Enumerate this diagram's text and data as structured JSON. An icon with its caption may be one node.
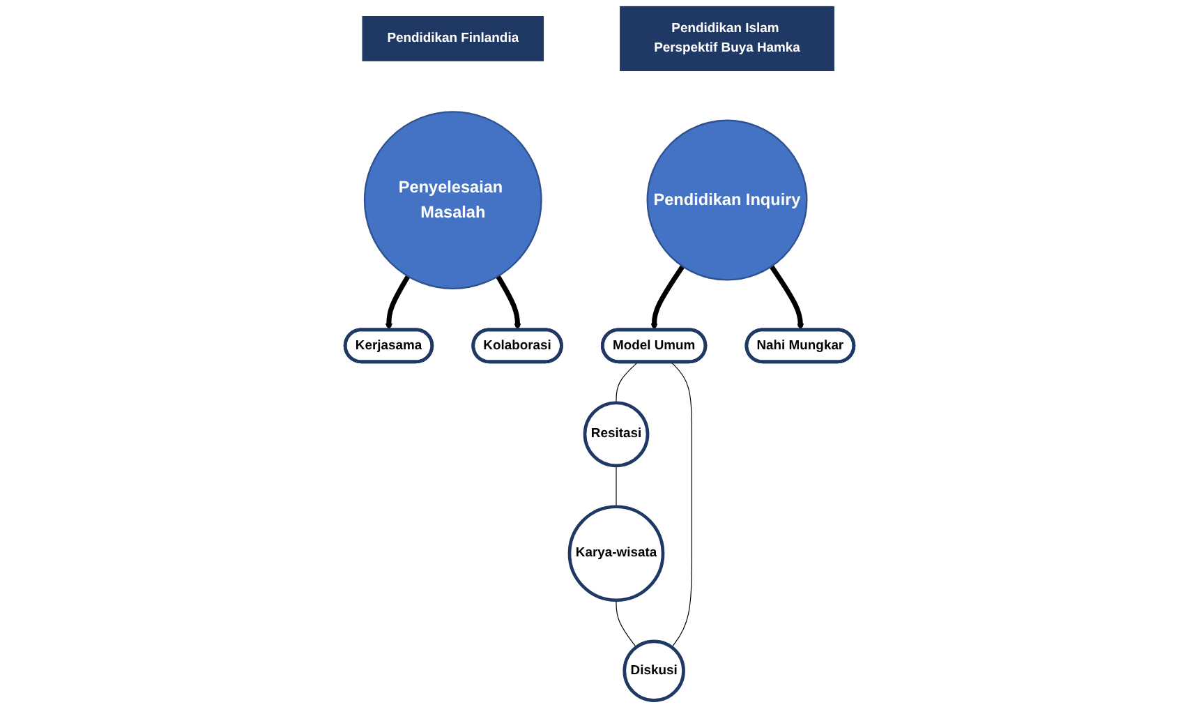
{
  "diagram": {
    "nodes": [
      {
        "text": [
          "Pendidikan Finlandia"
        ]
      },
      {
        "text": [
          "Penyelesaian Masalah"
        ]
      },
      {
        "text": [
          "Kerjasama"
        ]
      },
      {
        "text": [
          "Kolaborasi"
        ]
      },
      {
        "text": [
          "Pendidikan Islam Perspektif Buya Hamka"
        ]
      },
      {
        "text": [
          "Pendidikan Inquiry"
        ]
      },
      {
        "text": [
          "Model Umum"
        ]
      },
      {
        "text": [
          "Nahi Mungkar"
        ]
      },
      {
        "text": [
          "Diskusi"
        ]
      },
      {
        "text": [
          "Resitasi"
        ]
      },
      {
        "text": [
          "Karya-wisata"
        ]
      }
    ],
    "edges": [
      {
        "from": 1,
        "to": 2,
        "arrow": "to",
        "style": "thick"
      },
      {
        "from": 1,
        "to": 3,
        "arrow": "to",
        "style": "thick"
      },
      {
        "from": 5,
        "to": 6,
        "arrow": "to",
        "style": "thick"
      },
      {
        "from": 5,
        "to": 7,
        "arrow": "to",
        "style": "thick"
      },
      {
        "from": 6,
        "to": 9,
        "arrow": "none"
      },
      {
        "from": 9,
        "to": 10,
        "arrow": "none"
      },
      {
        "from": 10,
        "to": 8,
        "arrow": "none"
      },
      {
        "from": 8,
        "to": 6,
        "arrow": "none"
      }
    ]
  }
}
